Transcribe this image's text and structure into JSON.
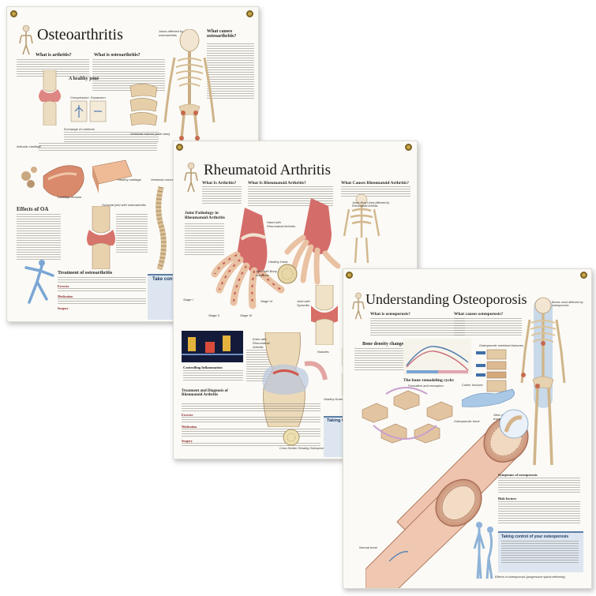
{
  "posters": {
    "osteoarthritis": {
      "title": "Osteoarthritis",
      "what_is": "What is arthritis?",
      "what_osteo": "What is osteoarthritis?",
      "what_causes": "What causes osteoarthritis?",
      "joints_affected": "Joints affected by osteoarthritis",
      "healthy_joint": "A healthy joint",
      "compression": "Compression",
      "expansion": "Expansion",
      "exchange": "Exchange of nutrients",
      "articular": "Articular cartilage",
      "healthy_cartilage": "Healthy cartilage",
      "cartilage_erosion": "Cartilage erosion",
      "synovial": "Synovial joint with osteoarthritis",
      "vertebral": "Vertebral column (side view)",
      "effects": "Effects of OA",
      "treatment": "Treatment of osteoarthritis",
      "exercise": "Exercise",
      "medication": "Medication",
      "surgery": "Surgery",
      "take_control": "Take control of"
    },
    "rheumatoid": {
      "title": "Rheumatoid Arthritis",
      "what_is": "What Is Arthritis?",
      "what_ra": "What Is Rheumatoid Arthritis?",
      "what_causes": "What Causes Rheumatoid Arthritis?",
      "joints_affected": "Joints Most Likely Affected by Rheumatoid Arthritis",
      "joint_pathology": "Joint Pathology in Rheumatoid Arthritis",
      "hand_ra": "Hand with Rheumatoid Arthritis",
      "healthy_hand": "Healthy Hand",
      "joint_bony": "Joint with Bony Ankylosis",
      "joint_synovitis": "Joint with Synovitis",
      "healthy_joint": "Healthy Joint",
      "knee": "Knee with Rheumatoid Arthritis",
      "healthy_knee": "Healthy Knee",
      "nodules": "Nodules",
      "cross_section": "Cross Section Showing Osteoporosis",
      "stage_1": "Stage I",
      "stage_2": "Stage II",
      "stage_3": "Stage III",
      "stage_4": "Stage IV",
      "controlling": "Controlling Inflammation",
      "treatment": "Treatment and Diagnosis of Rheumatoid Arthritis",
      "exercise": "Exercise",
      "medication": "Medication",
      "surgery": "Surgery",
      "taking": "Taking C"
    },
    "osteoporosis": {
      "title": "Understanding Osteoporosis",
      "what_is": "What is osteoporosis?",
      "what_causes": "What causes osteoporosis?",
      "bones_affected": "Bones most affected by osteoporosis",
      "density": "Bone density changes",
      "remodeling": "The bone remodeling cycle:",
      "remodeling_sub": "Formation and resorption",
      "vertebral": "Osteoporotic vertebral fractures",
      "colles": "Colles' fracture",
      "hip": "Sites of hip fracture",
      "osteoporotic_bone": "Osteoporotic bone",
      "normal_bone": "Normal bone",
      "symptoms": "Symptoms of osteoporosis",
      "risk": "Risk factors",
      "take_control": "Taking control of your osteoporosis",
      "effects": "Effects of osteoporosis (progressive spinal deformity)"
    }
  }
}
